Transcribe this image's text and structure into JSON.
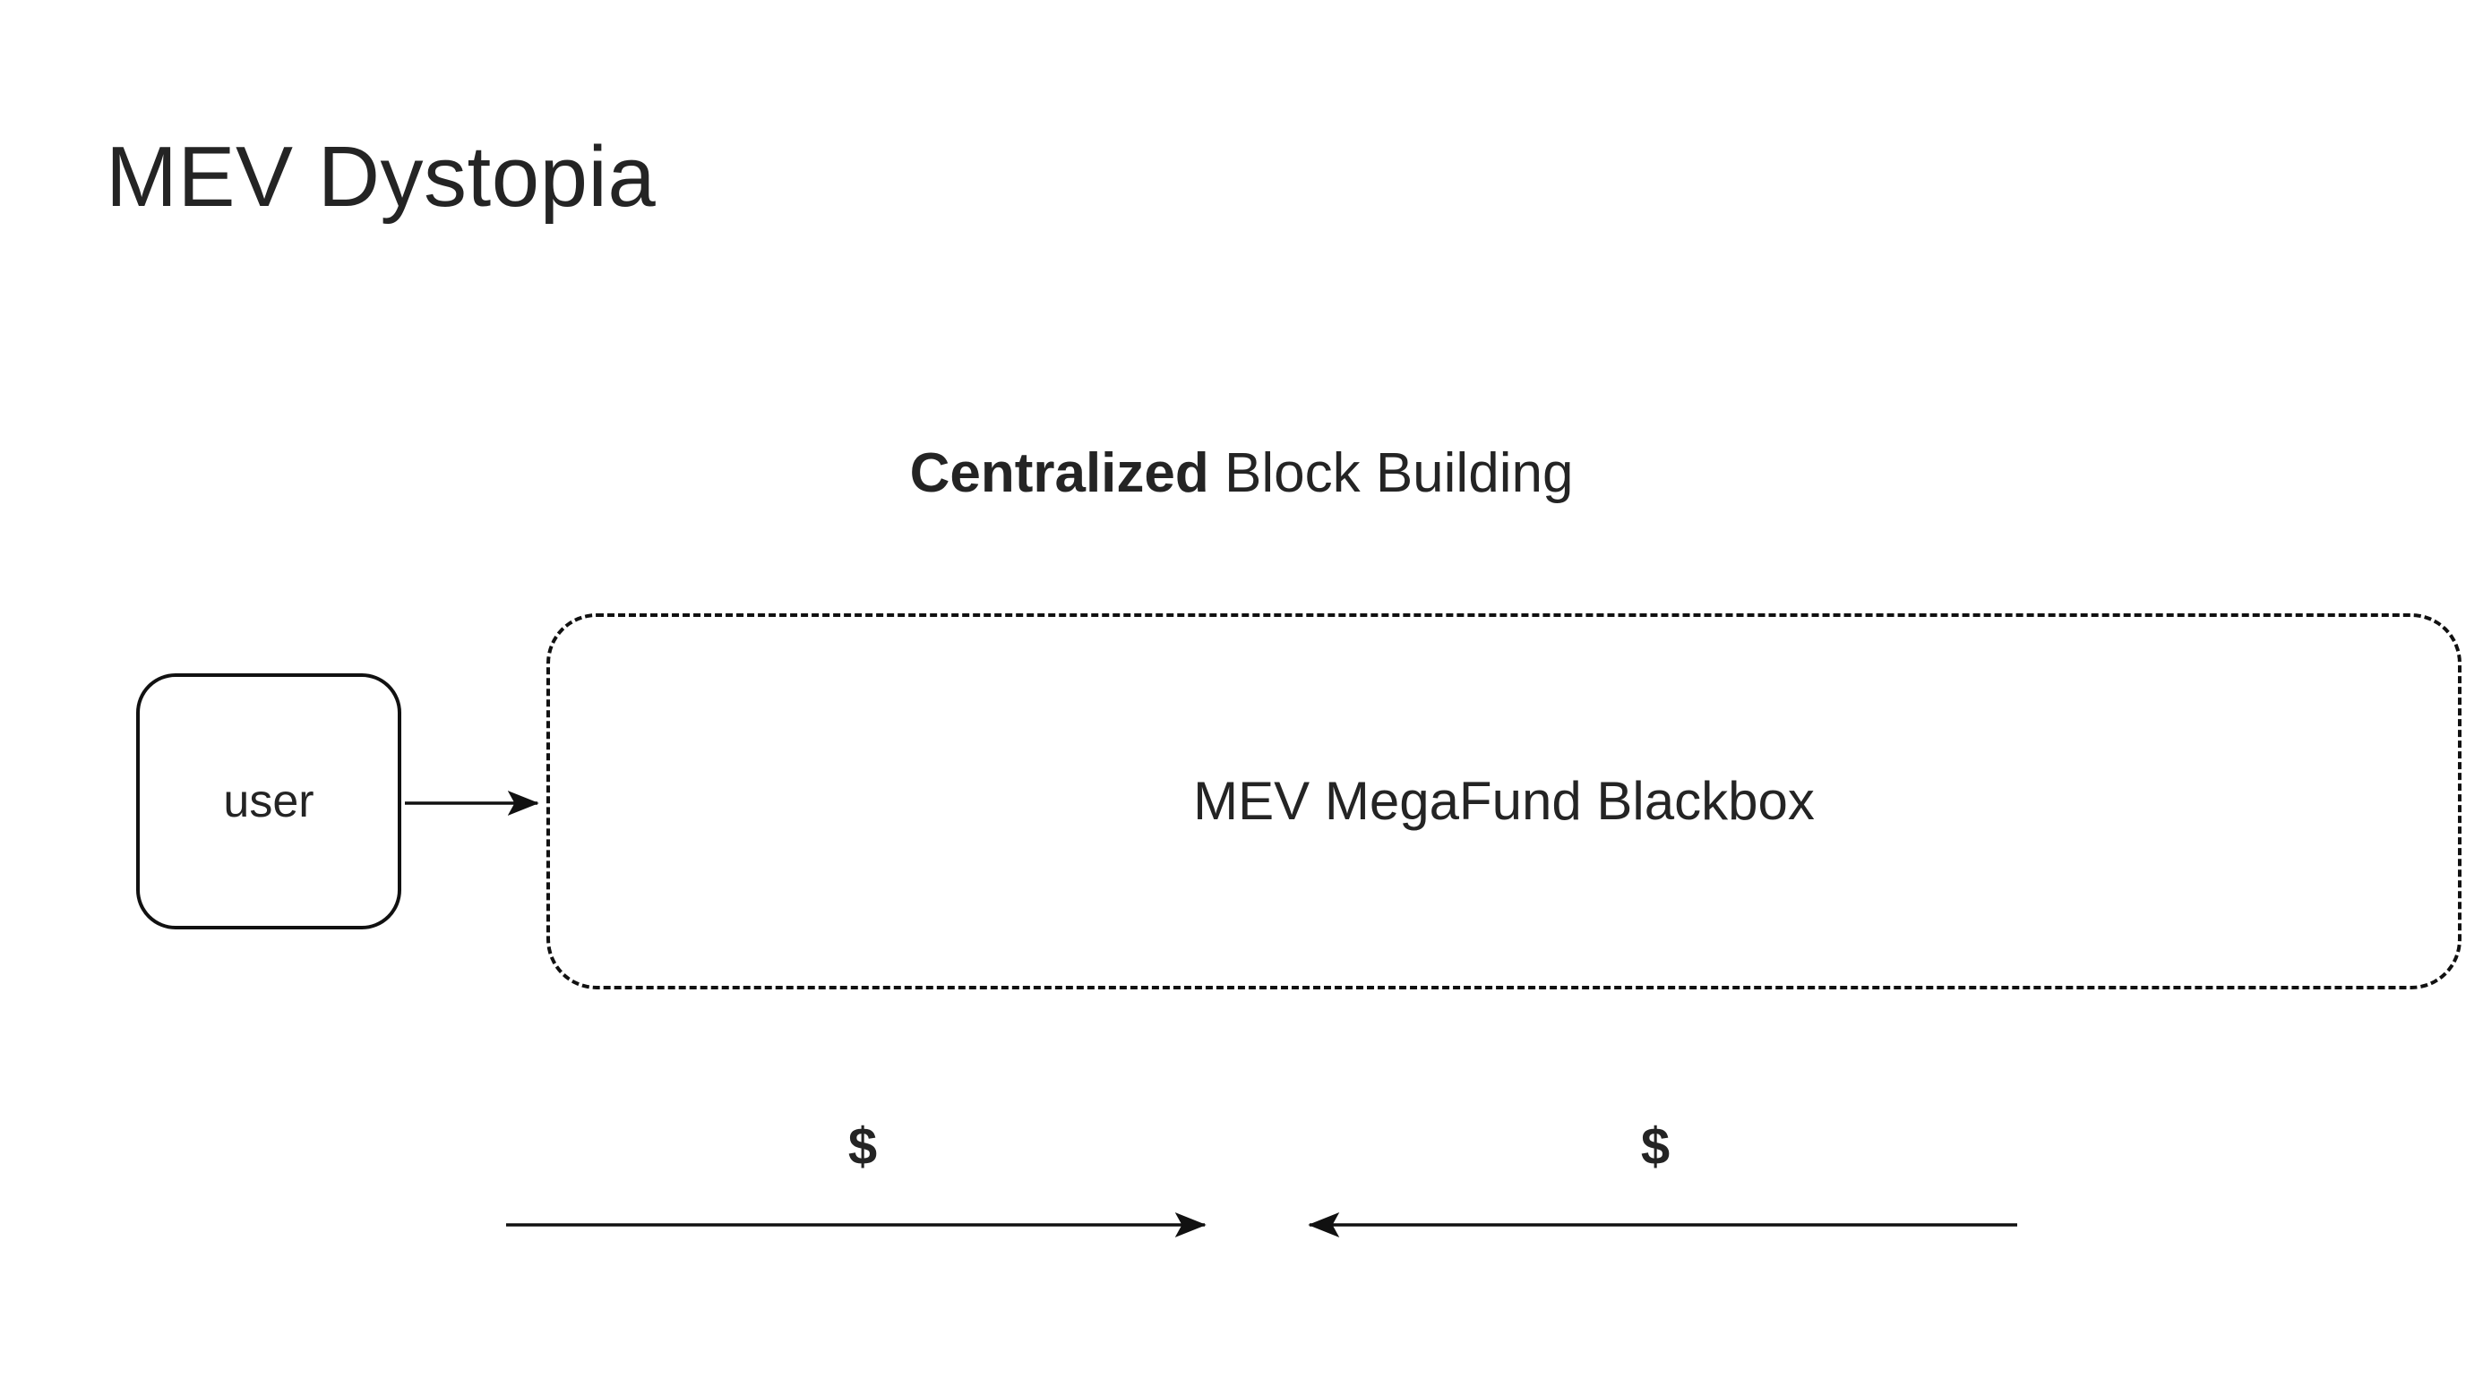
{
  "page": {
    "title": "MEV Dystopia"
  },
  "heading": {
    "bold": "Centralized",
    "rest": " Block Building"
  },
  "nodes": {
    "user": {
      "label": "user"
    },
    "blackbox": {
      "label": "MEV MegaFund Blackbox",
      "border_style": "dashed"
    }
  },
  "money_flows": {
    "left": {
      "label": "$",
      "direction": "right"
    },
    "right": {
      "label": "$",
      "direction": "left"
    }
  },
  "colors": {
    "ink": "#242424",
    "line": "#111111",
    "background": "#ffffff"
  }
}
